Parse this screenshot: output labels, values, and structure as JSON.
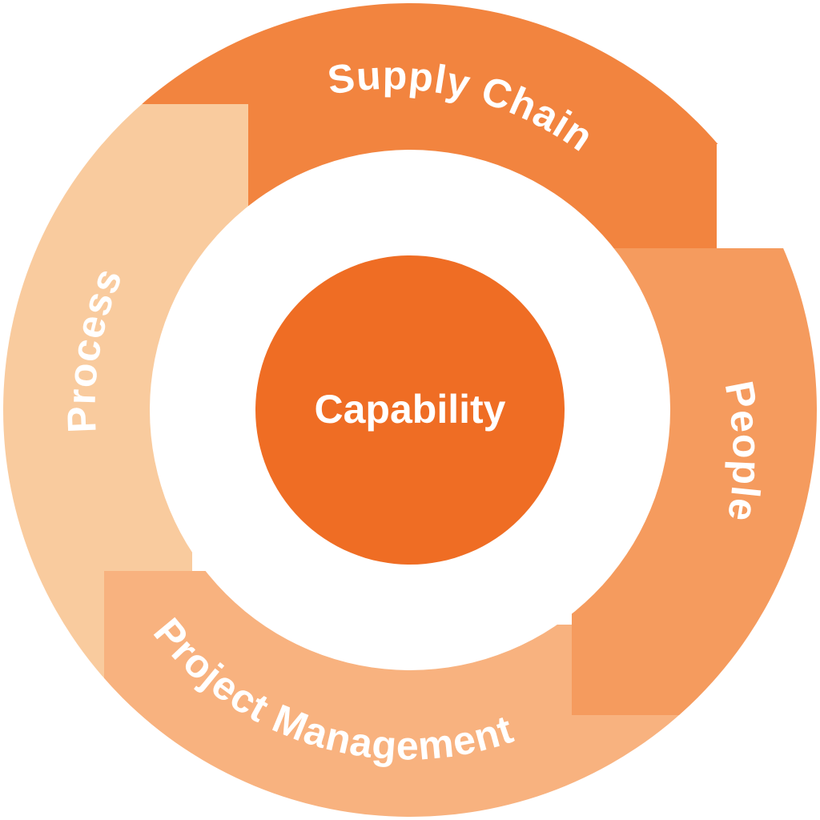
{
  "diagram": {
    "center": {
      "label": "Capability",
      "color": "#ef6d24"
    },
    "segments": [
      {
        "id": "supply-chain",
        "label": "Supply Chain",
        "color": "#f2843f"
      },
      {
        "id": "people",
        "label": "People",
        "color": "#f59b5e"
      },
      {
        "id": "project-management",
        "label": "Project Management",
        "color": "#f8b27f"
      },
      {
        "id": "process",
        "label": "Process",
        "color": "#f9cb9e"
      }
    ]
  }
}
